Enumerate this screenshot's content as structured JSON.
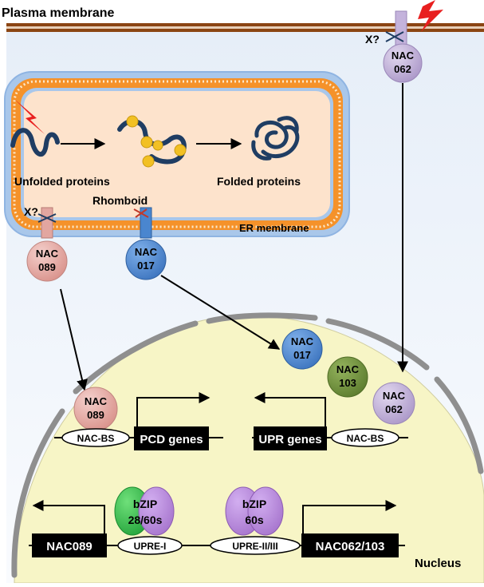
{
  "labels": {
    "plasma_membrane": "Plasma membrane",
    "er_membrane": "ER membrane",
    "nucleus": "Nucleus",
    "unfolded_proteins": "Unfolded proteins",
    "folded_proteins": "Folded proteins",
    "rhomboid": "Rhomboid",
    "x_question_er": "X?",
    "x_question_pm": "X?"
  },
  "nac_factors": {
    "nac062_membrane": [
      "NAC",
      "062"
    ],
    "nac089_er": [
      "NAC",
      "089"
    ],
    "nac017_er": [
      "NAC",
      "017"
    ],
    "nac017_nuc": [
      "NAC",
      "017"
    ],
    "nac103_nuc": [
      "NAC",
      "103"
    ],
    "nac062_nuc": [
      "NAC",
      "062"
    ],
    "nac089_nuc": [
      "NAC",
      "089"
    ]
  },
  "binding_sites": {
    "nac_bs_left": "NAC-BS",
    "nac_bs_right": "NAC-BS",
    "upre_i": "UPRE-I",
    "upre_ii_iii": "UPRE-II/III"
  },
  "genes": {
    "pcd": "PCD genes",
    "upr": "UPR genes",
    "nac089": "NAC089",
    "nac062_103": "NAC062/103"
  },
  "bzip": {
    "left": [
      "bZIP",
      "28/60s"
    ],
    "right": [
      "bZIP",
      "60s"
    ]
  },
  "colors": {
    "membrane_brown": "#8b4513",
    "er_lumen": "#fde3cc",
    "er_lipid": "#f5922a",
    "er_head": "#a9c7ea",
    "nucleus_fill": "#f7f5c6",
    "envelope": "#8f8f8f",
    "nac089": "#e2a6a0",
    "nac017": "#4a86cf",
    "nac062": "#c4b3dc",
    "nac103": "#6e8e3a",
    "bzip_green": "#3bbf4f",
    "bzip_purple": "#b886d9",
    "protein_blue": "#1f3d63",
    "chaperone_yellow": "#f2c023",
    "lightning": "#e81f1f"
  }
}
